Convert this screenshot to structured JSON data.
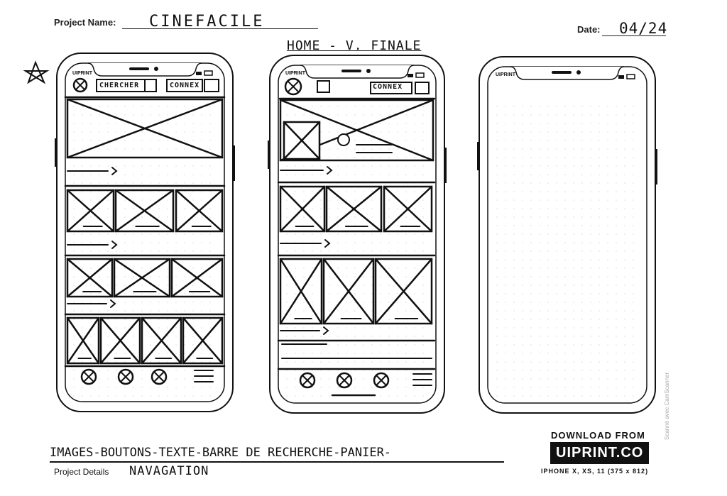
{
  "header": {
    "project_name_label": "Project Name:",
    "project_name": "CINEFACILE",
    "date_label": "Date:",
    "date": "04/24",
    "screen_title": "HOME - V. FINALE"
  },
  "phones": [
    {
      "brand": "UIPRINT",
      "search_label": "CHERCHER",
      "connect_label": "CONNEX"
    },
    {
      "brand": "UIPRINT",
      "connect_label": "CONNEX"
    },
    {
      "brand": "UIPRINT"
    }
  ],
  "footer": {
    "details_line1": "IMAGES-BOUTONS-TEXTE-BARRE DE RECHERCHE-PANIER-",
    "details_label": "Project Details",
    "details_line2": "NAVAGATION",
    "download_label": "DOWNLOAD FROM",
    "brand_badge": "UIPRINT.CO",
    "device_label": "IPHONE X, XS, 11 (375 x 812)",
    "scanner_note": "Scanné avec CamScanner"
  }
}
